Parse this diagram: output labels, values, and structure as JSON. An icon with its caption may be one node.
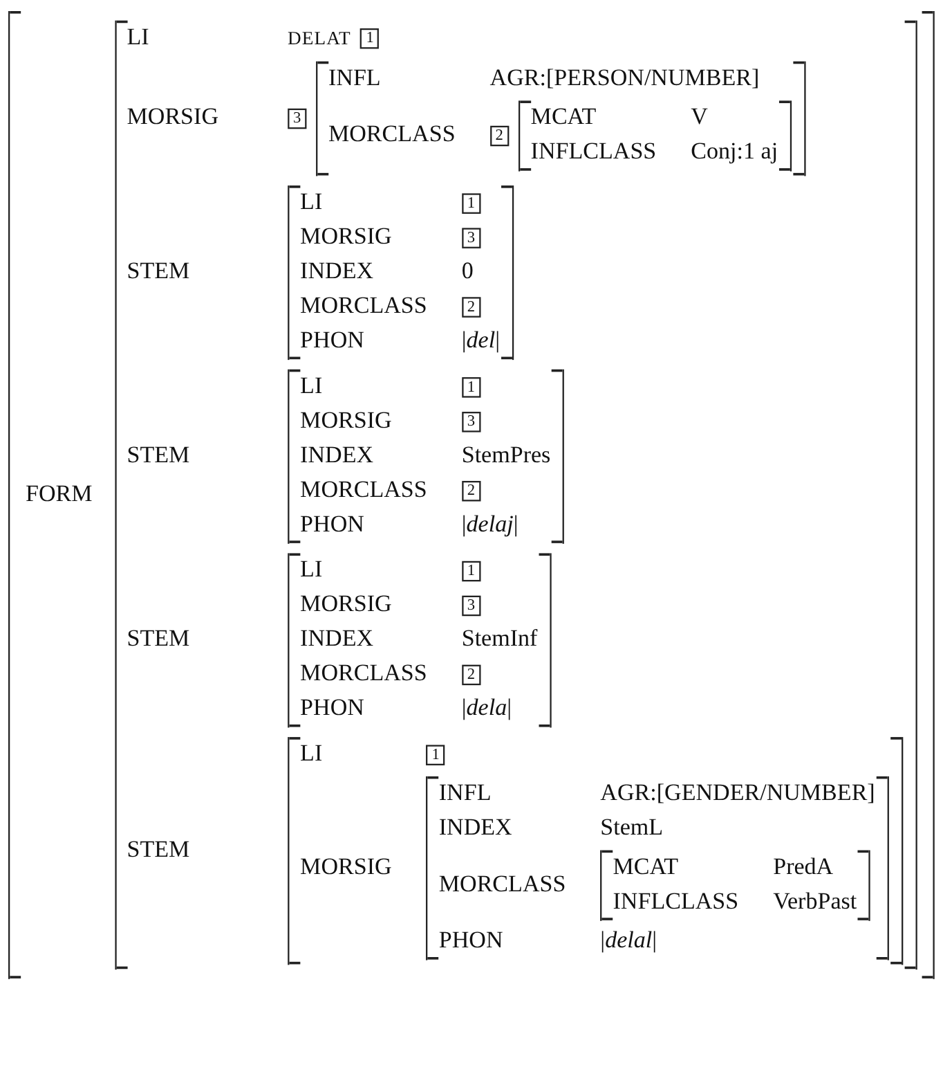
{
  "diagram": {
    "nodes": [
      {
        "text": [
          "FORM"
        ]
      },
      {
        "text": [
          "LI",
          "DELAT",
          "MORSIG",
          "STEM",
          "STEM",
          "STEM",
          "STEM"
        ],
        "in": 0
      },
      {
        "text": [
          "1"
        ],
        "in": 1
      },
      {
        "text": [
          "3"
        ],
        "in": 1
      },
      {
        "text": [
          "INFL",
          "AGR:[PERSON/NUMBER]",
          "MORCLASS"
        ],
        "in": 1
      },
      {
        "text": [
          "2"
        ],
        "in": 4
      },
      {
        "text": [
          "MCAT",
          "V",
          "INFLCLASS",
          "Conj:1 aj"
        ],
        "in": 4
      },
      {
        "text": [
          "LI",
          "MORSIG",
          "INDEX",
          "0",
          "MORCLASS",
          "PHON",
          "|*del*|"
        ],
        "in": 1
      },
      {
        "text": [
          "1"
        ],
        "in": 7
      },
      {
        "text": [
          "3"
        ],
        "in": 7
      },
      {
        "text": [
          "2"
        ],
        "in": 7
      },
      {
        "text": [
          "LI",
          "MORSIG",
          "INDEX",
          "StemPres",
          "MORCLASS",
          "PHON",
          "|*delaj*|"
        ],
        "in": 1
      },
      {
        "text": [
          "1"
        ],
        "in": 11
      },
      {
        "text": [
          "3"
        ],
        "in": 11
      },
      {
        "text": [
          "2"
        ],
        "in": 11
      },
      {
        "text": [
          "LI",
          "MORSIG",
          "INDEX",
          "StemInf",
          "MORCLASS",
          "PHON",
          "|*dela*|"
        ],
        "in": 1
      },
      {
        "text": [
          "1"
        ],
        "in": 15
      },
      {
        "text": [
          "3"
        ],
        "in": 15
      },
      {
        "text": [
          "2"
        ],
        "in": 15
      },
      {
        "text": [
          "LI",
          "MORSIG"
        ],
        "in": 1
      },
      {
        "text": [
          "1"
        ],
        "in": 19
      },
      {
        "text": [
          "INFL",
          "AGR:[GENDER/NUMBER]",
          "INDEX",
          "StemL",
          "MORCLASS",
          "PHON",
          "|*delal*|"
        ],
        "in": 19
      },
      {
        "text": [
          "MCAT",
          "PredA",
          "INFLCLASS",
          "VerbPast"
        ],
        "in": 21
      }
    ]
  }
}
